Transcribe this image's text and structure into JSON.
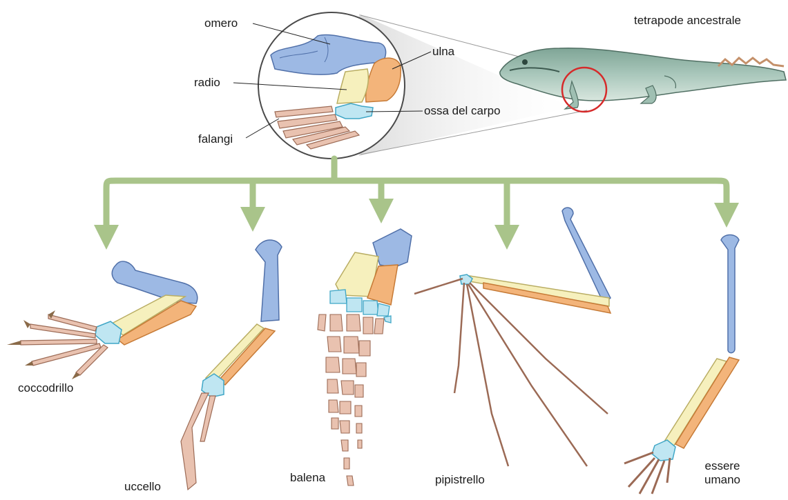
{
  "ancestor": {
    "name": "tetrapode ancestrale",
    "bones": {
      "humerus": "omero",
      "ulna": "ulna",
      "radius": "radio",
      "carpals": "ossa del carpo",
      "phalanges": "falangi"
    }
  },
  "descendants": [
    {
      "key": "crocodile",
      "label": "coccodrillo"
    },
    {
      "key": "bird",
      "label": "uccello"
    },
    {
      "key": "whale",
      "label": "balena"
    },
    {
      "key": "bat",
      "label": "pipistrello"
    },
    {
      "key": "human",
      "label_line1": "essere",
      "label_line2": "umano"
    }
  ],
  "colors": {
    "humerus": "#9db9e4",
    "humerus_stroke": "#4f6fa8",
    "radius": "#f6f0bd",
    "radius_stroke": "#b9ad63",
    "ulna": "#f3b47a",
    "ulna_stroke": "#c67a36",
    "carpals": "#bfe6f2",
    "carpals_stroke": "#3fa6c6",
    "phalanges": "#e9c2b0",
    "phalanges_stroke": "#9b6a55",
    "claws": "#8a6a48",
    "arrows": "#a9c48a",
    "highlight_circle": "#d62a2a",
    "animal_body": "#a9c7bb"
  }
}
